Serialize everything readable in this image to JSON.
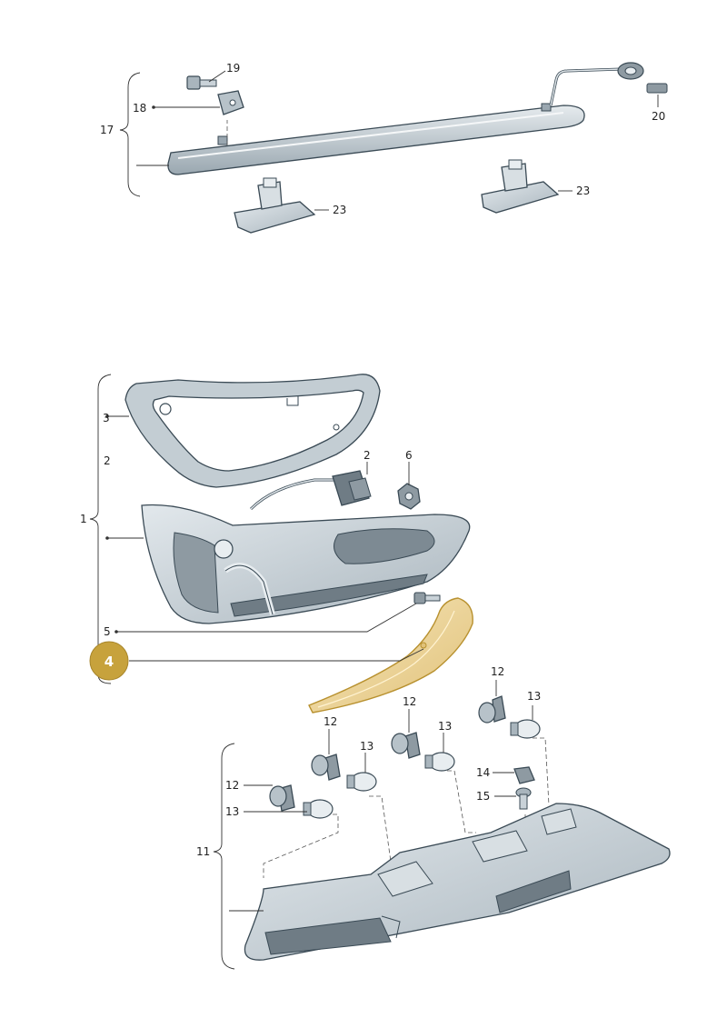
{
  "diagram": {
    "colors": {
      "highlight": "#f0d9a0",
      "highlight_stroke": "#b8912f",
      "badge": "#c7a23c",
      "part_fill": "#c9d2d8",
      "part_dark": "#7d8a93",
      "part_light": "#e8edf0"
    },
    "labels": {
      "l17": "17",
      "l18": "18",
      "l19": "19",
      "l20": "20",
      "l23a": "23",
      "l23b": "23",
      "l1": "1",
      "l2a": "2",
      "l2b": "2",
      "l3": "3",
      "l5": "5",
      "l6": "6",
      "l12a": "12",
      "l12b": "12",
      "l12c": "12",
      "l12d": "12",
      "l13a": "13",
      "l13b": "13",
      "l13c": "13",
      "l13d": "13",
      "l14": "14",
      "l15": "15",
      "l11": "11"
    },
    "badge": {
      "label": "4",
      "highlighted_part": "trim-strip"
    }
  }
}
